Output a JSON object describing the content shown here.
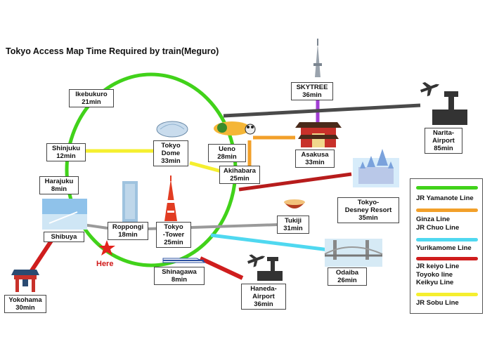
{
  "title": "Tokyo Access Map Time Required by train(Meguro)",
  "here_label": "Here",
  "colors": {
    "yamanote": "#41d21a",
    "ginza_chuo": "#f2a02a",
    "yurikamome": "#4fd8f0",
    "keiyo_toyoko_keikyu": "#cf1d1d",
    "sobu": "#f5ef2f",
    "skytree_line": "#a23fd4",
    "narita_line": "#4a4a4a",
    "gray_line": "#9a9a9a"
  },
  "stations": {
    "ikebukuro": {
      "name": "Ikebukuro",
      "time": "21min"
    },
    "shinjuku": {
      "name": "Shinjuku",
      "time": "12min"
    },
    "harajuku": {
      "name": "Harajuku",
      "time": "8min"
    },
    "shibuya": {
      "name": "Shibuya",
      "time": ""
    },
    "roppongi": {
      "name": "Roppongi",
      "time": "18min"
    },
    "tokyo_tower": {
      "name1": "Tokyo",
      "name2": "-Tower",
      "time": "25min"
    },
    "tokyo_dome": {
      "name1": "Tokyo",
      "name2": "Dome",
      "time": "33min"
    },
    "ueno": {
      "name": "Ueno",
      "time": "28min"
    },
    "akihabara": {
      "name": "Akihabara",
      "time": "25min"
    },
    "asakusa": {
      "name": "Asakusa",
      "time": "33min"
    },
    "skytree": {
      "name": "SKYTREE",
      "time": "36min"
    },
    "narita": {
      "name1": "Narita-",
      "name2": "Airport",
      "time": "85min"
    },
    "disney": {
      "name1": "Tokyo-",
      "name2": "Desney Resort",
      "time": "35min"
    },
    "tukiji": {
      "name": "Tukiji",
      "time": "31min"
    },
    "odaiba": {
      "name": "Odaiba",
      "time": "26min"
    },
    "shinagawa": {
      "name": "Shinagawa",
      "time": "8min"
    },
    "haneda": {
      "name1": "Haneda-",
      "name2": "Airport",
      "time": "36min"
    },
    "yokohama": {
      "name": "Yokohama",
      "time": "30min"
    }
  },
  "legend": {
    "yamanote": "JR Yamanote Line",
    "ginza": "Ginza Line",
    "chuo": "JR Chuo Line",
    "yurikamome": "Yurikamome Line",
    "keiyo": "JR keiyo Line",
    "toyoko": "Toyoko line",
    "keikyu": "Keikyu Line",
    "sobu": "JR Sobu Line"
  },
  "icons": [
    "airplane-icon",
    "control-tower-icon",
    "skytree-icon",
    "temple-gate-icon",
    "stadium-dome-icon",
    "castle-icon",
    "ramen-bowl-icon",
    "rainbow-bridge-icon",
    "tokyo-tower-icon",
    "roppongi-hills-icon",
    "shibuya-crossing-icon",
    "shinkansen-icon",
    "star-icon",
    "yokohama-gate-icon",
    "ueno-panda-icon"
  ]
}
